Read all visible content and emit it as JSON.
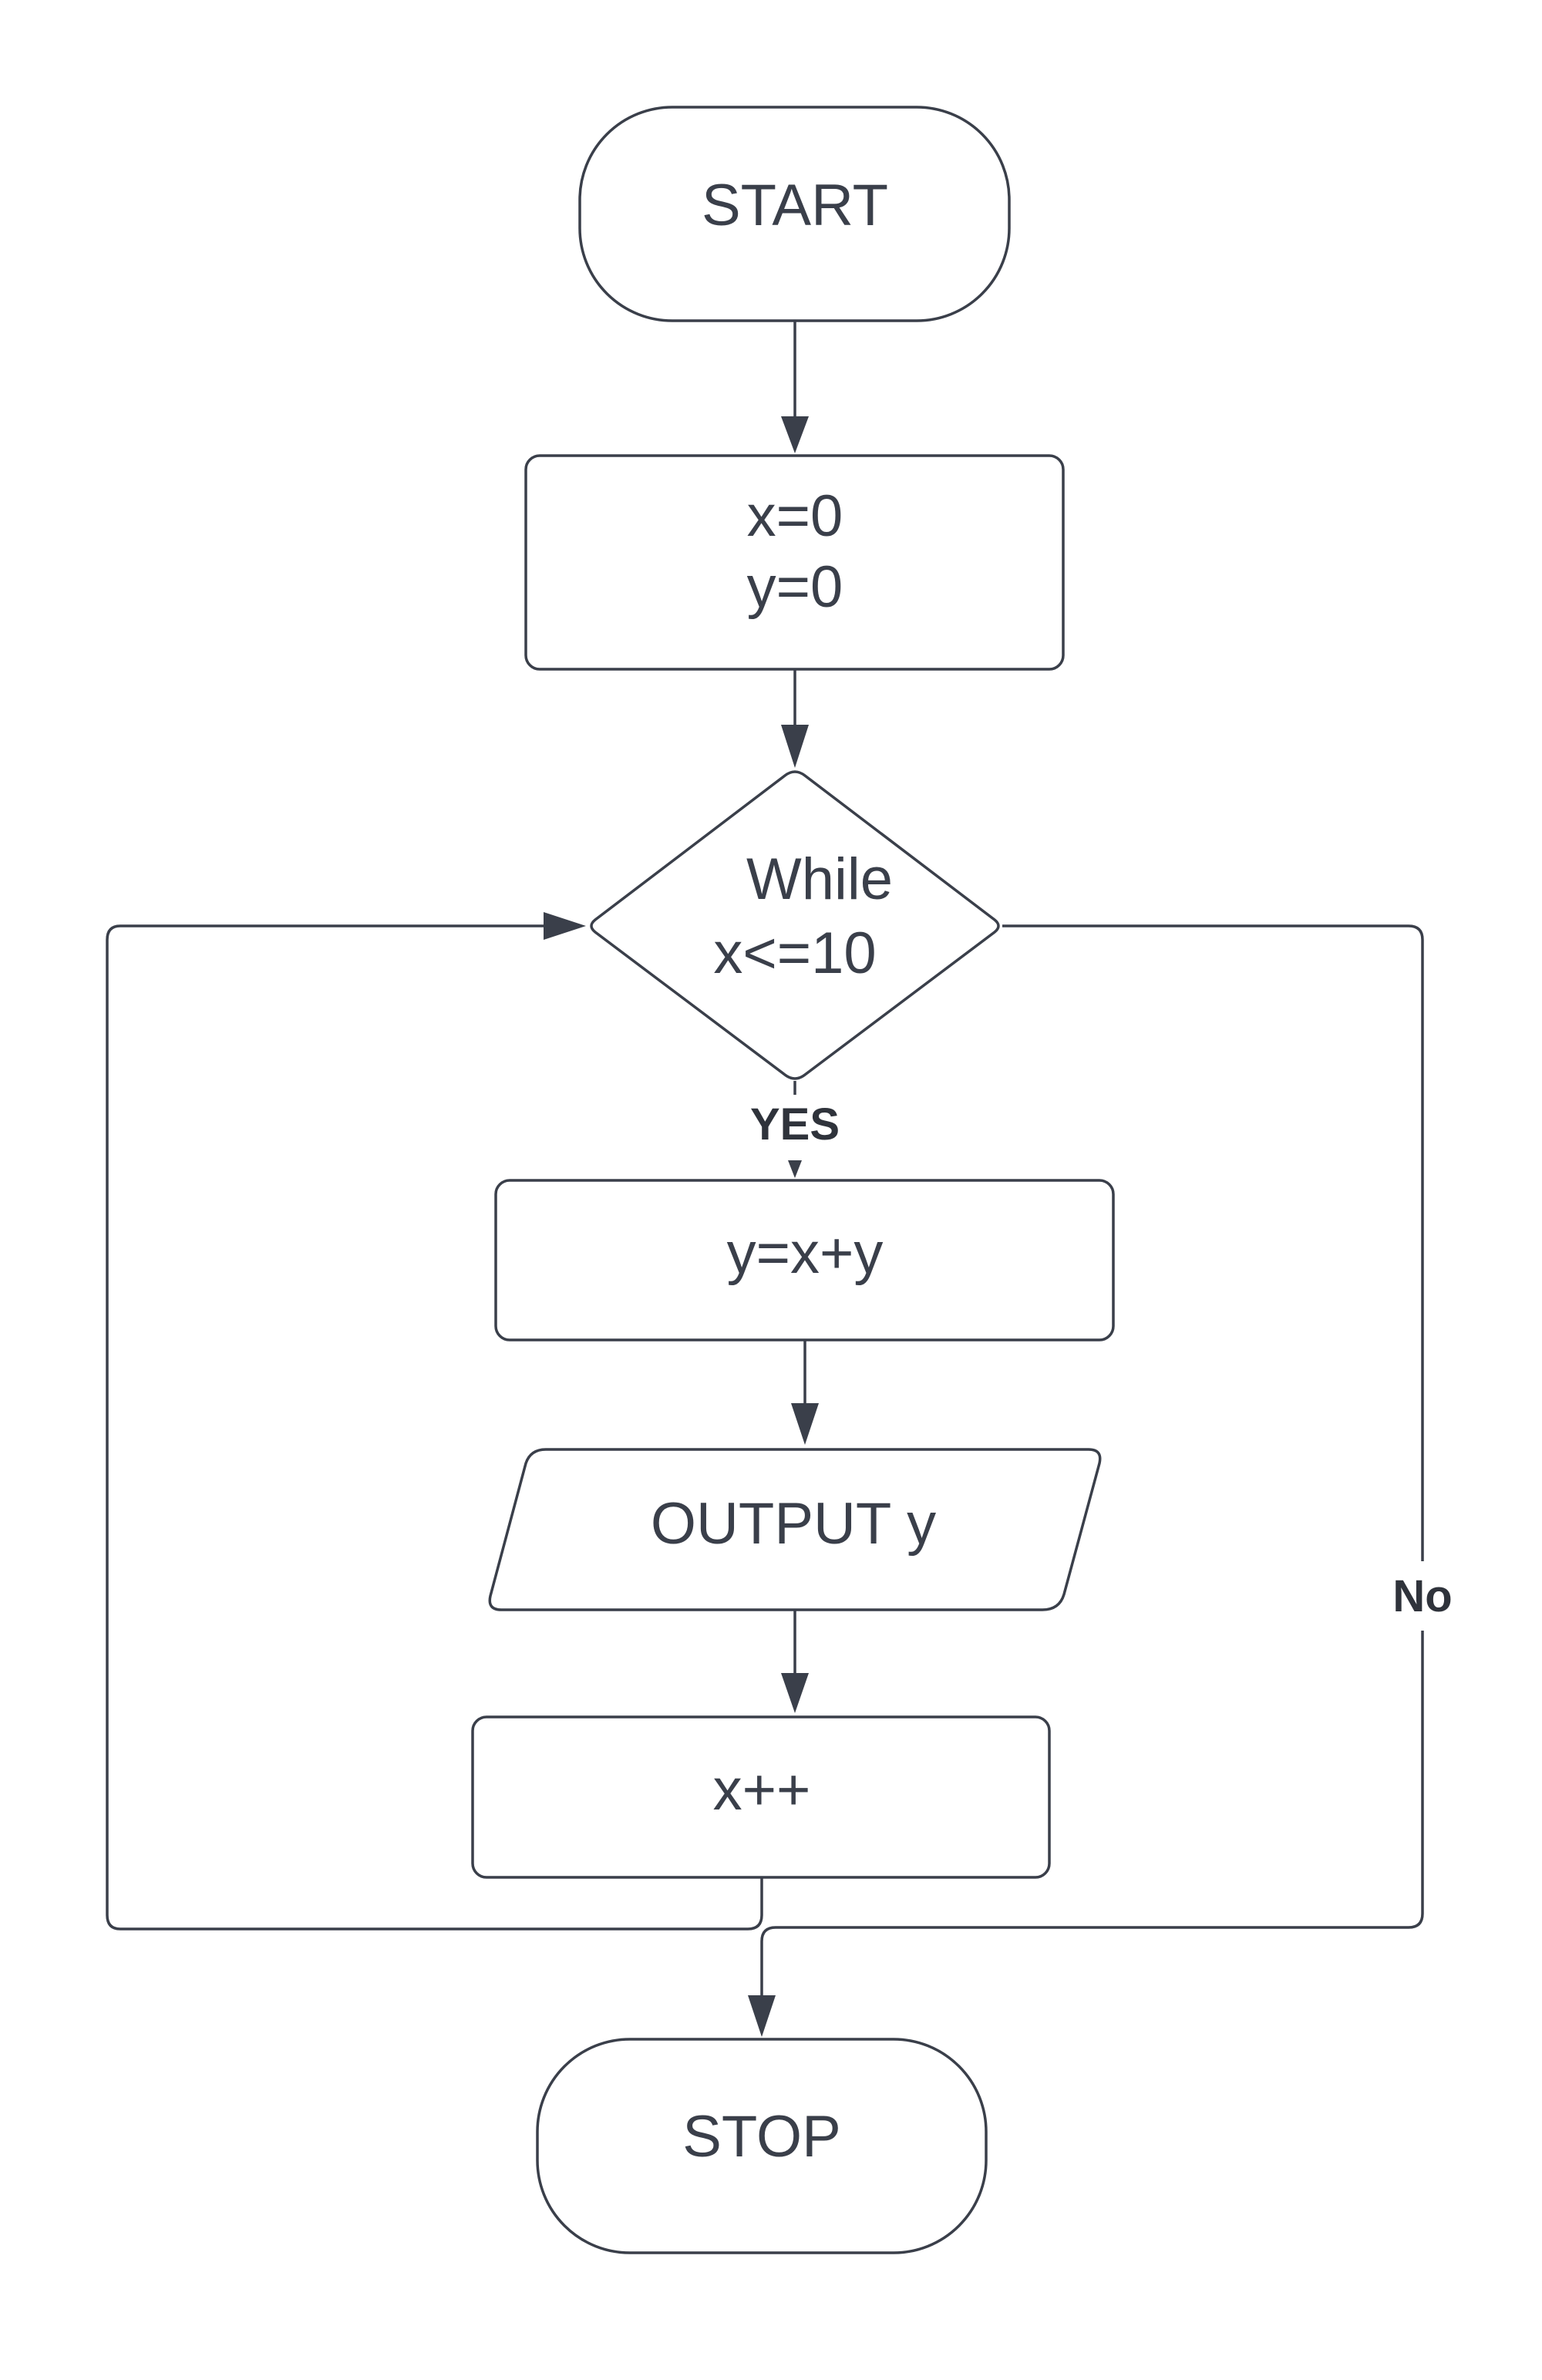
{
  "flowchart": {
    "nodes": {
      "start": {
        "shape": "terminator",
        "lines": [
          "START"
        ]
      },
      "init": {
        "shape": "process",
        "lines": [
          "x=0",
          "y=0"
        ]
      },
      "condition": {
        "shape": "decision",
        "lines": [
          "While",
          "x<=10"
        ]
      },
      "compute": {
        "shape": "process",
        "lines": [
          "y=x+y"
        ]
      },
      "output": {
        "shape": "input-output",
        "lines": [
          "OUTPUT y"
        ]
      },
      "increment": {
        "shape": "process",
        "lines": [
          "x++"
        ]
      },
      "stop": {
        "shape": "terminator",
        "lines": [
          "STOP"
        ]
      }
    },
    "edges": {
      "yes_label": "YES",
      "no_label": "No"
    }
  },
  "colors": {
    "stroke": "#3a3f4a",
    "text": "#3a3f4a",
    "background": "#ffffff"
  }
}
